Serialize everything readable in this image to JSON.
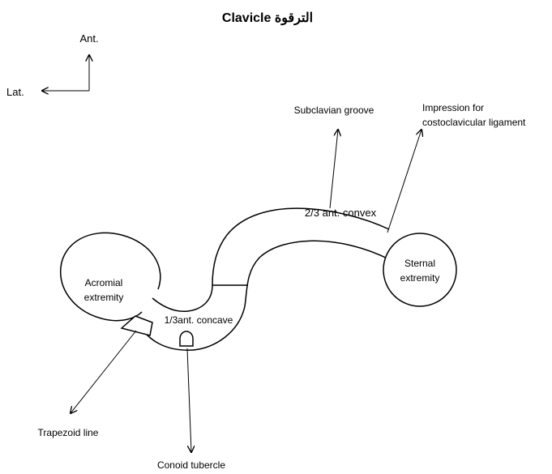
{
  "title": "الترقوة  Clavicle",
  "orientation": {
    "anterior": "Ant.",
    "lateral": "Lat."
  },
  "labels": {
    "subclavian_groove": "Subclavian groove",
    "impression_line1": "Impression for",
    "impression_line2": "costoclavicular ligament",
    "ant_convex": "2/3 ant. convex",
    "ant_concave": "1/3ant. concave",
    "acromial_line1": "Acromial",
    "acromial_line2": "extremity",
    "sternal_line1": "Sternal",
    "sternal_line2": "extremity",
    "trapezoid": "Trapezoid line",
    "conoid": "Conoid tubercle"
  }
}
